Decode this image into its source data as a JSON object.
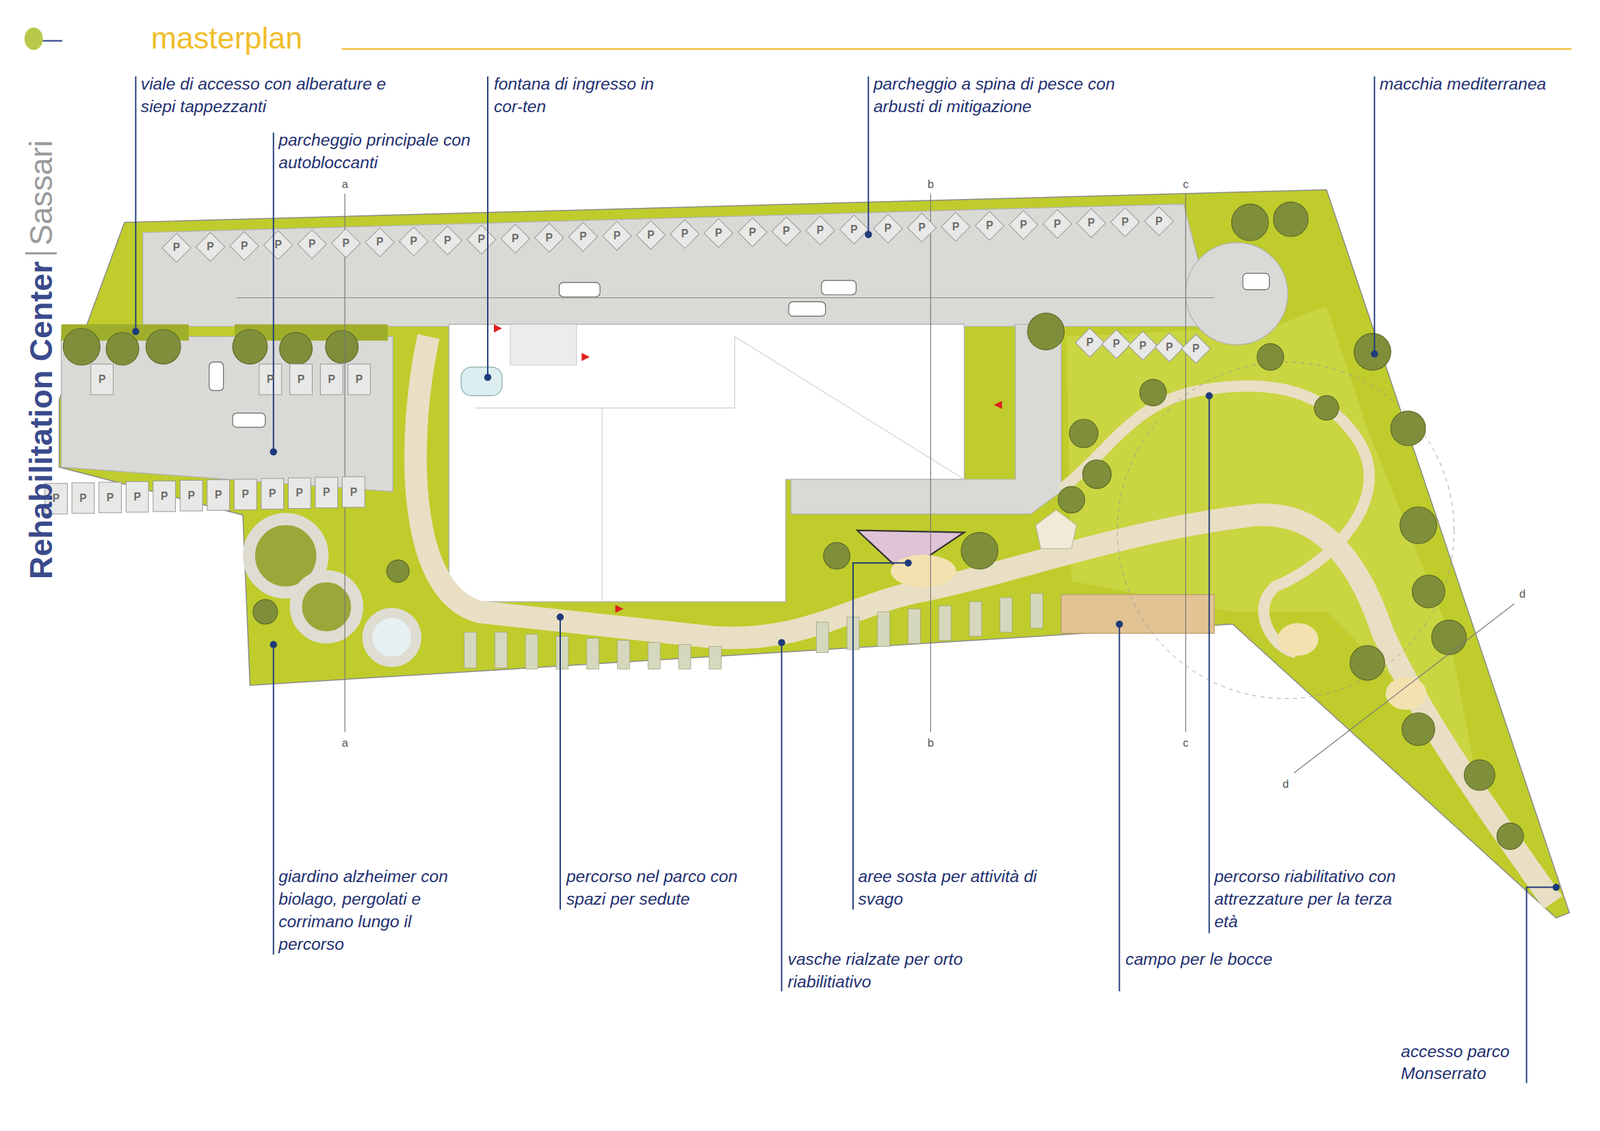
{
  "diagram": {
    "title": "masterplan",
    "labels": [
      "Rehabilitation Center",
      "Sassari",
      "viale di accesso con alberature e siepi tappezzanti",
      "parcheggio principale con autobloccanti",
      "fontana di ingresso in cor-ten",
      "parcheggio a spina di pesce con arbusti di mitigazione",
      "macchia mediterranea",
      "giardino alzheimer con biolago, pergolati e corrimano lungo il percorso",
      "percorso nel parco con spazi per sedute",
      "aree sosta per attività di svago",
      "percorso riabilitativo con attrezzature per la terza età",
      "vasche rialzate per orto riabilitiativo",
      "campo per le bocce",
      "accesso parco Monserrato",
      "a",
      "a",
      "b",
      "b",
      "c",
      "c",
      "d",
      "d",
      "P",
      "P",
      "P",
      "P",
      "P",
      "P",
      "P",
      "P",
      "P",
      "P",
      "P",
      "P",
      "P",
      "P",
      "P",
      "P",
      "P",
      "P",
      "P",
      "P",
      "P",
      "P",
      "P",
      "P",
      "P",
      "P",
      "P",
      "P",
      "P",
      "P",
      "P",
      "P",
      "P",
      "P",
      "P",
      "P",
      "P",
      "P",
      "P",
      "P",
      "P",
      "P",
      "P",
      "P",
      "P",
      "P",
      "P",
      "P",
      "P",
      "P",
      "P",
      "P"
    ]
  }
}
